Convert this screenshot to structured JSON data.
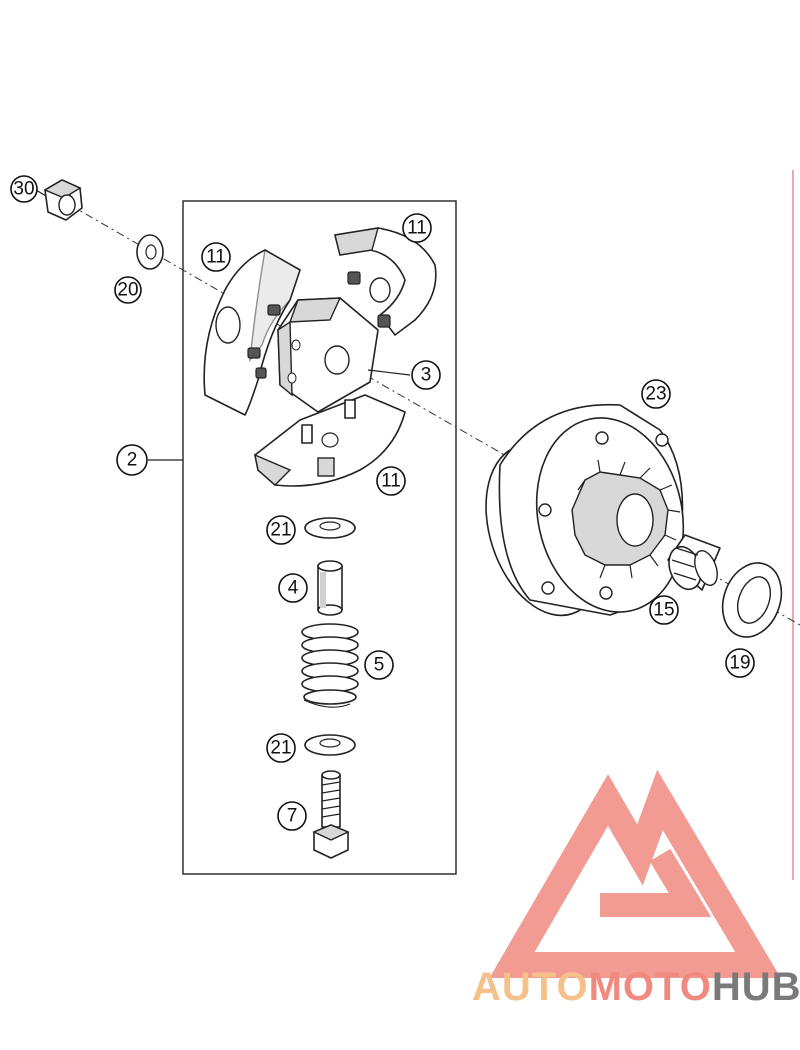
{
  "callouts": {
    "c30": "30",
    "c20": "20",
    "c11a": "11",
    "c11b": "11",
    "c11c": "11",
    "c3": "3",
    "c2": "2",
    "c21a": "21",
    "c4": "4",
    "c5": "5",
    "c21b": "21",
    "c7": "7",
    "c23": "23",
    "c15": "15",
    "c19": "19"
  },
  "watermark": {
    "part1": "AUTO",
    "part2": "MOTO",
    "part3": "HUB",
    "color_light": "#f6c08a",
    "color_mid": "#f08a80",
    "color_dark": "#7a7a7a",
    "logo_color": "#f08a80"
  }
}
